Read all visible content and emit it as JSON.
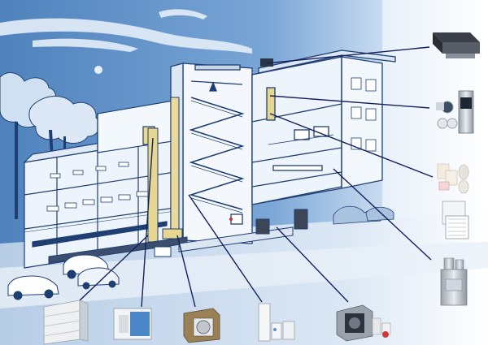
{
  "scene": {
    "subject": "ventilation-system-illustration",
    "colors": {
      "sky": "#5f8fc4",
      "sky_light": "#c9dcf0",
      "ink": "#1f3f73",
      "building_fill": "#eaf2fb",
      "duct": "#d9c47a",
      "leader": "#13205c",
      "car": "#cfdcec"
    }
  },
  "products": [
    {
      "id": "roof-fan-unit",
      "icon": "roof-fan-icon"
    },
    {
      "id": "inline-fan-kit",
      "icon": "inline-fan-icon"
    },
    {
      "id": "filters-and-grilles",
      "icon": "filter-pack-icon"
    },
    {
      "id": "wall-grille",
      "icon": "grille-icon"
    },
    {
      "id": "air-handling-tower",
      "icon": "air-handler-icon"
    },
    {
      "id": "duct-silencer",
      "icon": "silencer-icon"
    },
    {
      "id": "fan-coil-box",
      "icon": "fan-coil-icon"
    },
    {
      "id": "box-fan",
      "icon": "box-fan-icon"
    },
    {
      "id": "control-panels",
      "icon": "control-panel-icon"
    },
    {
      "id": "centrifugal-fan-kit",
      "icon": "centrifugal-fan-icon"
    }
  ]
}
